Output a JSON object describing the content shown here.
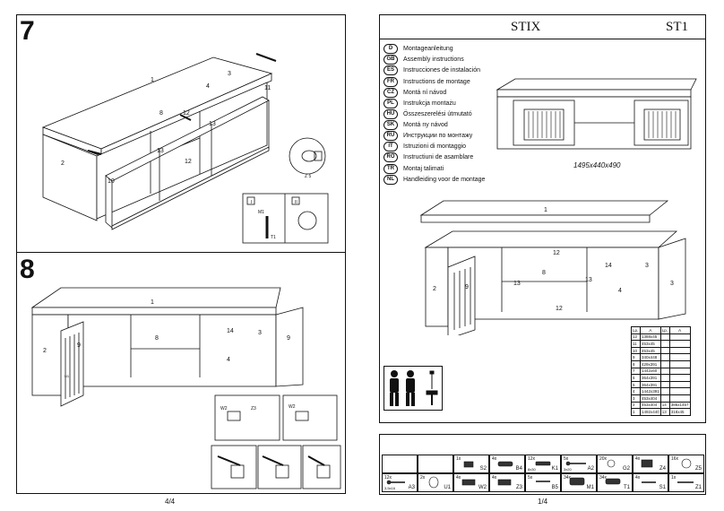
{
  "left_page": {
    "step7": {
      "number": "7"
    },
    "step8": {
      "number": "8"
    },
    "page_number": "4/4",
    "labels7": [
      "1",
      "2",
      "3",
      "4",
      "8",
      "10",
      "11",
      "12",
      "13",
      "13",
      "12"
    ],
    "labels8": [
      "1",
      "2",
      "3",
      "4",
      "8",
      "9",
      "9",
      "14"
    ],
    "detail_labels": {
      "I": "I",
      "II": "II",
      "M1": "M1",
      "T1": "T1",
      "Z5": "Z 5",
      "W2": "W2",
      "Z3": "Z3",
      "U1": "U1"
    }
  },
  "right_page": {
    "product_name": "STIX",
    "product_code": "ST1",
    "dimensions": "1495x440x490",
    "page_number": "1/4",
    "languages": [
      {
        "code": "D",
        "text": "Montageanleitung"
      },
      {
        "code": "GB",
        "text": "Assembly instructions"
      },
      {
        "code": "ES",
        "text": "Instrucciones de instalación"
      },
      {
        "code": "FR",
        "text": "Instructions de montage"
      },
      {
        "code": "CZ",
        "text": "Montá ní návod"
      },
      {
        "code": "PL",
        "text": "Instrukcja montażu"
      },
      {
        "code": "HU",
        "text": "Összeszerelési útmutató"
      },
      {
        "code": "SK",
        "text": "Montá ny návod"
      },
      {
        "code": "RU",
        "text": "Инструкции по монтажу"
      },
      {
        "code": "IT",
        "text": "Istruzioni di montaggio"
      },
      {
        "code": "RO",
        "text": "Instructiuni de asamblare"
      },
      {
        "code": "TR",
        "text": "Montaj talimati"
      },
      {
        "code": "NL",
        "text": "Handleiding voor de montage"
      }
    ],
    "exploded_labels": [
      "1",
      "2",
      "3",
      "3",
      "4",
      "8",
      "9",
      "12",
      "12",
      "13",
      "13",
      "14"
    ],
    "parts_table": {
      "headers": [
        "Lp.",
        "A",
        "Lp.",
        "A"
      ],
      "rows": [
        [
          "12",
          "1388x45",
          "",
          ""
        ],
        [
          "11",
          "453x45",
          "",
          ""
        ],
        [
          "10",
          "453x45",
          "",
          ""
        ],
        [
          "9",
          "340x448",
          "",
          ""
        ],
        [
          "8",
          "429x391",
          "",
          ""
        ],
        [
          "7",
          "1442x60",
          "",
          ""
        ],
        [
          "6",
          "364x391",
          "",
          ""
        ],
        [
          "5",
          "364x391",
          "",
          ""
        ],
        [
          "4",
          "1442x391",
          "",
          ""
        ],
        [
          "3",
          "453x404",
          "",
          ""
        ],
        [
          "2",
          "453x404",
          "14",
          "386x1457"
        ],
        [
          "1",
          "1492x440",
          "13",
          "318x45"
        ]
      ]
    },
    "hardware": [
      {
        "count": "",
        "code": ""
      },
      {
        "count": "",
        "code": ""
      },
      {
        "count": "1x",
        "code": "S2"
      },
      {
        "count": "4x",
        "code": "B4"
      },
      {
        "count": "12x",
        "code": "K1",
        "sub": "8x30"
      },
      {
        "count": "5x",
        "code": "A2",
        "sub": "3x20"
      },
      {
        "count": "20x",
        "code": "G2"
      },
      {
        "count": "4x",
        "code": "Z4"
      },
      {
        "count": "16x",
        "code": "Z5"
      },
      {
        "count": "12x",
        "code": "A3",
        "sub": "3,5x16"
      },
      {
        "count": "2x",
        "code": "U1"
      },
      {
        "count": "4x",
        "code": "W2"
      },
      {
        "count": "4x",
        "code": "Z3"
      },
      {
        "count": "5x",
        "code": "B5"
      },
      {
        "count": "34x",
        "code": "M1"
      },
      {
        "count": "34x",
        "code": "T1"
      },
      {
        "count": "4x",
        "code": "S1"
      },
      {
        "count": "1x",
        "code": "Z1"
      }
    ]
  }
}
